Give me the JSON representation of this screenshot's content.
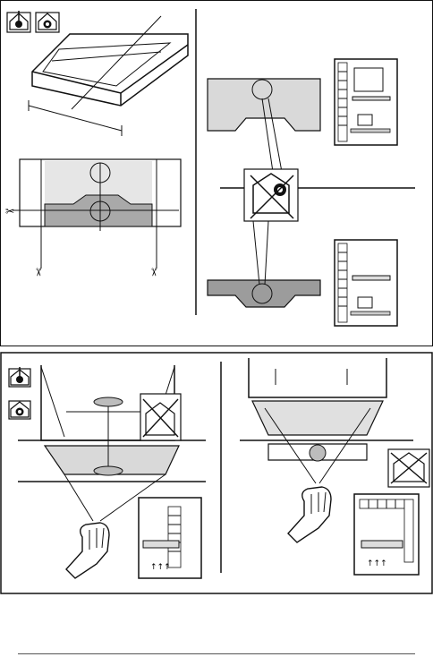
{
  "page": {
    "title": "",
    "panels": [
      {
        "id": "top-panel",
        "kind": "installation diagrams (extraction / recirculation)"
      },
      {
        "id": "bottom-panel",
        "kind": "installation diagrams (extraction / recirculation)"
      }
    ]
  },
  "icons": {
    "extraction": "house-extraction-icon",
    "recirculation": "house-recirculation-icon",
    "not-allowed": "crossed-house-icon",
    "scissors": "scissors-icon",
    "hand": "hand-icon"
  }
}
